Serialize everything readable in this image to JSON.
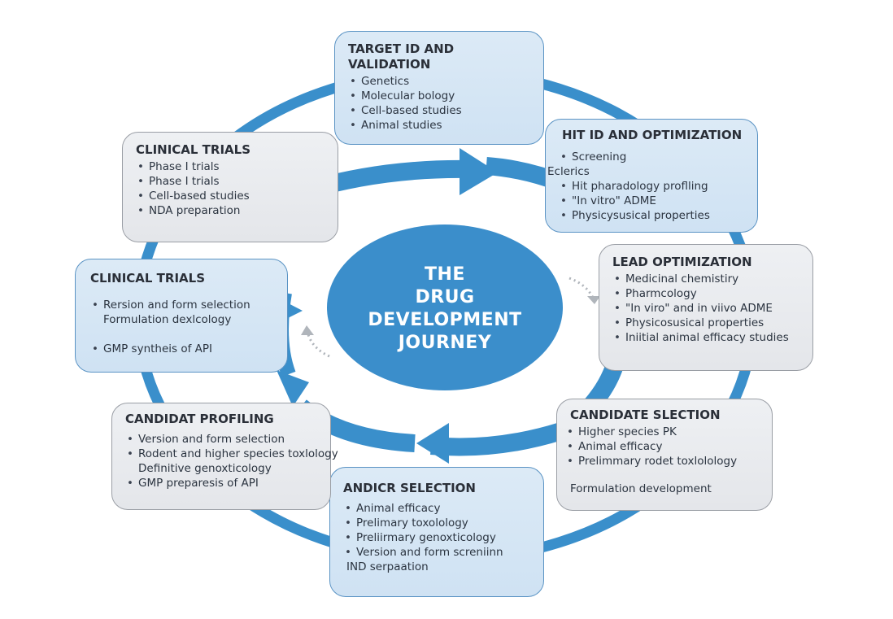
{
  "colors": {
    "ring": "#3a8fcb",
    "center": "#3b8ecb",
    "box_blue_fill": "#d4e6f5",
    "box_blue_border": "#5a93c4",
    "box_grey_fill": "#e8eaed",
    "box_grey_border": "#9a9ea5",
    "dotted_arrow": "#b0b5bb",
    "text": "#2b3440"
  },
  "center": {
    "lines": [
      "THE",
      "DRUG",
      "DEVELOPMENT",
      "JOURNEY"
    ]
  },
  "boxes": {
    "target": {
      "title_lines": [
        "TARGET ID AND",
        "VALIDATION"
      ],
      "items": [
        "Genetics",
        "Molecular bology",
        "Cell-based studies",
        "Animal studies"
      ]
    },
    "hit": {
      "title": "HIT ID AND OPTIMIZATION",
      "items": [
        "Screening",
        "Eclerics",
        "Hit pharadology proflling",
        "\"In vitro\" ADME",
        "Physicysusical properties"
      ]
    },
    "lead": {
      "title": "LEAD OPTIMIZATION",
      "items": [
        "Medicinal chemistiry",
        "Pharmcology",
        "\"In viro\" and in viivo ADME",
        "Physicosusical properties",
        "Iniitial animal efficacy studies"
      ]
    },
    "candidate_selection": {
      "title": "CANDIDATE SLECTION",
      "items": [
        "Higher species PK",
        "Animal efficacy",
        "Prelimmary rodet toxlolology"
      ],
      "footer": "Formulation development"
    },
    "andicr": {
      "title": "ANDICR SELECTION",
      "items": [
        "Animal efficacy",
        "Prelimary toxolology",
        "Preliirmary genoxticology",
        "Version and form screniinn"
      ],
      "footer": "IND serpaation"
    },
    "candidat_profiling": {
      "title": "CANDIDAT PROFILING",
      "items": [
        "Version and form selection",
        "Rodent and higher species toxlology",
        "Definitive genoxticology",
        "GMP preparesis of API"
      ]
    },
    "clinical_mid": {
      "title": "CLINICAL TRIALS",
      "items": [
        "Rersion and form selection",
        "Formulation dexlcology",
        "GMP syntheis of API"
      ]
    },
    "clinical_top": {
      "title": "CLINICAL TRIALS",
      "items": [
        "Phase I trials",
        "Phase I trials",
        "Cell-based studies",
        "NDA preparation"
      ]
    }
  }
}
